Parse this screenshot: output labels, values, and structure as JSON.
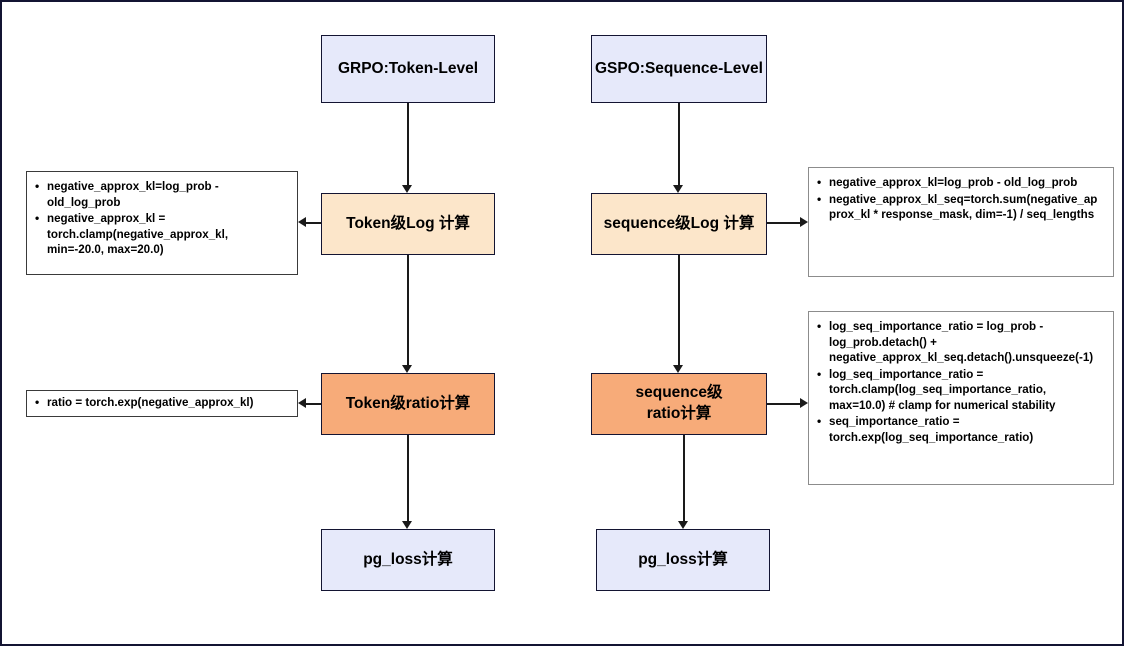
{
  "diagram": {
    "title_note": "GRPO vs GSPO computation flow",
    "colors": {
      "frame": "#131432",
      "blue_fill": "#e6e9fa",
      "tan_fill": "#fce6ca",
      "orange_fill": "#f7ab79",
      "node_border": "#131432",
      "note_border": "#8c8c8c",
      "connector": "#1a1a1a"
    },
    "left_column": {
      "header": "GRPO:Token-Level",
      "log_step": "Token级Log 计算",
      "ratio_step": "Token级ratio计算",
      "loss_step": "pg_loss计算"
    },
    "right_column": {
      "header": "GSPO:Sequence-Level",
      "log_step": "sequence级Log 计算",
      "ratio_step_line1": "sequence级",
      "ratio_step_line2": "ratio计算",
      "loss_step": "pg_loss计算"
    },
    "notes": {
      "grpo_log": [
        "negative_approx_kl=log_prob - old_log_prob",
        "negative_approx_kl = torch.clamp(negative_approx_kl, min=-20.0, max=20.0)"
      ],
      "grpo_ratio": [
        "ratio = torch.exp(negative_approx_kl)"
      ],
      "gspo_log": [
        "negative_approx_kl=log_prob - old_log_prob",
        "negative_approx_kl_seq=torch.sum(negative_approx_kl * response_mask, dim=-1) / seq_lengths"
      ],
      "gspo_ratio": [
        "log_seq_importance_ratio = log_prob - log_prob.detach() + negative_approx_kl_seq.detach().unsqueeze(-1)",
        "log_seq_importance_ratio = torch.clamp(log_seq_importance_ratio, max=10.0)  # clamp for numerical stability",
        "seq_importance_ratio = torch.exp(log_seq_importance_ratio)"
      ]
    }
  }
}
